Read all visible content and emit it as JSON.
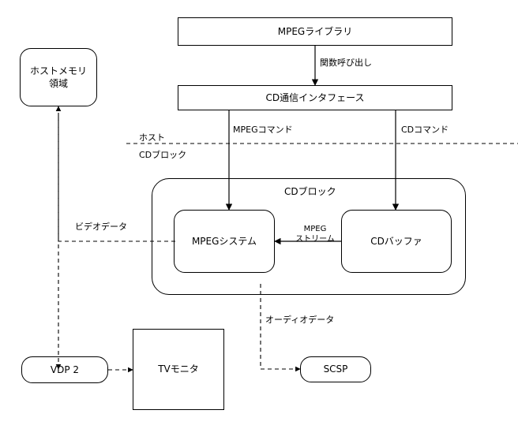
{
  "diagram": {
    "title": "MPEG / CD block dataflow diagram",
    "nodes": {
      "mpeg_library": "MPEGライブラリ",
      "cd_interface": "CD通信インタフェース",
      "host_memory": "ホストメモリ\n領域",
      "cd_block_group": "CDブロック",
      "mpeg_system": "MPEGシステム",
      "cd_buffer": "CDバッファ",
      "vdp2": "VDP 2",
      "tv_monitor": "TVモニタ",
      "scsp": "SCSP"
    },
    "edge_labels": {
      "function_call": "関数呼び出し",
      "mpeg_command": "MPEGコマンド",
      "cd_command": "CDコマンド",
      "mpeg_stream": "MPEG\nストリーム",
      "video_data": "ビデオデータ",
      "audio_data": "オーディオデータ"
    },
    "divider_labels": {
      "host": "ホスト",
      "cd_block": "CDブロック"
    },
    "colors": {
      "stroke": "#000000",
      "background": "#ffffff"
    }
  }
}
